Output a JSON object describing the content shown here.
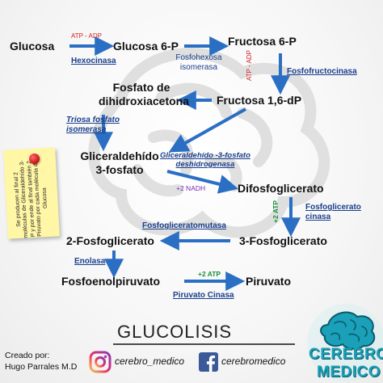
{
  "metabolites": {
    "glucosa": "Glucosa",
    "glucosa6p": "Glucosa 6-P",
    "fructosa6p": "Fructosa 6-P",
    "fructosa16dp": "Fructosa 1,6-dP",
    "dhap_l1": "Fosfato de",
    "dhap_l2": "dihidroxiacetona",
    "gap_l1": "Gliceraldehído",
    "gap_l2": "3-fosfato",
    "difosfoglicerato": "Difosfoglicerato",
    "pg3": "3-Fosfoglicerato",
    "pg2": "2-Fosfoglicerato",
    "pep": "Fosfoenolpiruvato",
    "piruvato": "Piruvato"
  },
  "enzymes": {
    "hexocinasa": "Hexocinasa",
    "fosfohexosa_l1": "Fosfohexosa",
    "fosfohexosa_l2": "isomerasa",
    "fosfofructocinasa": "Fosfofructocinasa",
    "triosa_l1": "Triosa fosfato",
    "triosa_l2": "isomerasa",
    "gapdh_l1": "Gliceraldehído -3-fosfato",
    "gapdh_l2": "deshidrogenasa",
    "pgk_l1": "Fosfoglicerato",
    "pgk_l2": "cinasa",
    "mutasa": "Fosfogliceratomutasa",
    "enolasa": "Enolasa",
    "piruvato_cinasa": "Piruvato Cinasa"
  },
  "cofactors": {
    "atp_adp_1": "ATP - ADP",
    "atp_adp_2": "ATP - ADP",
    "nadh": "+2 NADH",
    "atp_pgk": "+2 ATP",
    "atp_pk": "+2 ATP"
  },
  "note": {
    "text": "Se producen al final 2 moléculas de Gliceraldehído 3-P y por ende al final también 2 Piruvato por cada molécula de Glucosa"
  },
  "title": "GLUCOLISIS",
  "footer": {
    "creado_label": "Creado por:",
    "author": "Hugo Parrales M.D",
    "instagram": "cerebro_medico",
    "facebook": "cerebromedico"
  },
  "logo": {
    "line1": "CEREBRO",
    "line2": "MEDICO"
  },
  "colors": {
    "arrow_blue": "#2a6fc4",
    "enzyme_blue": "#1a3f8c",
    "atp_red": "#d32020",
    "atp_green": "#17913a",
    "nadh_purple": "#7a2db8",
    "note_yellow": "#fff6a6",
    "logo_teal": "#1aa0b8"
  },
  "icons": [
    "brain-background-icon",
    "pushpin-icon",
    "instagram-icon",
    "facebook-icon",
    "brain-logo-icon"
  ]
}
